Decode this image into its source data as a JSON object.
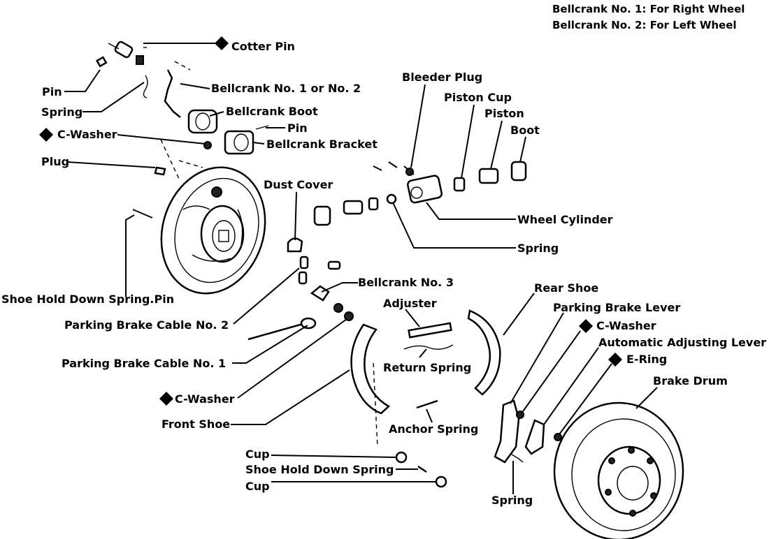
{
  "notes": [
    "Bellcrank No. 1:  For Right Wheel",
    "Bellcrank No. 2:  For Left Wheel"
  ],
  "labels": {
    "cotter_pin": "Cotter Pin",
    "pin_left": "Pin",
    "bellcrank_1_2": "Bellcrank No. 1 or No. 2",
    "spring_top": "Spring",
    "bellcrank_boot": "Bellcrank Boot",
    "pin_bracket": "Pin",
    "c_washer_top": "C-Washer",
    "bellcrank_bracket": "Bellcrank Bracket",
    "plug": "Plug",
    "bleeder_plug": "Bleeder Plug",
    "piston_cup": "Piston Cup",
    "piston": "Piston",
    "boot": "Boot",
    "dust_cover": "Dust Cover",
    "wheel_cylinder": "Wheel Cylinder",
    "spring_cylinder": "Spring",
    "shoe_hold_down_pin": "Shoe Hold Down Spring.Pin",
    "bellcrank_3": "Bellcrank No. 3",
    "rear_shoe": "Rear Shoe",
    "adjuster": "Adjuster",
    "parking_brake_lever": "Parking Brake Lever",
    "parking_brake_cable_2": "Parking Brake Cable No. 2",
    "c_washer_lever": "C-Washer",
    "automatic_adjusting_lever": "Automatic Adjusting Lever",
    "return_spring": "Return Spring",
    "e_ring": "E-Ring",
    "parking_brake_cable_1": "Parking Brake Cable No. 1",
    "brake_drum": "Brake Drum",
    "c_washer_bottom": "C-Washer",
    "front_shoe": "Front Shoe",
    "anchor_spring": "Anchor Spring",
    "cup_upper": "Cup",
    "shoe_hold_down_spring": "Shoe Hold Down Spring",
    "cup_lower": "Cup",
    "spring_bottom": "Spring"
  },
  "icons": {
    "non_reusable_marker": "black-diamond-icon"
  }
}
